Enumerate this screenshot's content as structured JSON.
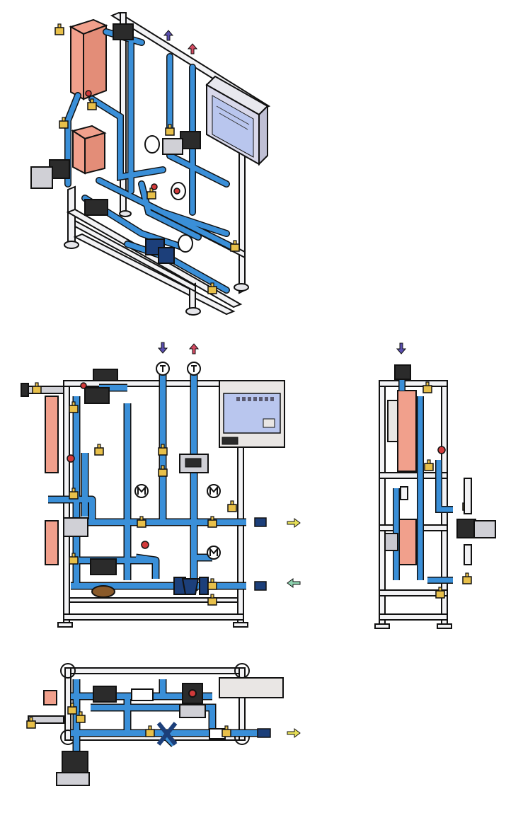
{
  "drawing": {
    "views": [
      {
        "id": "isometric",
        "name": "isometric-view"
      },
      {
        "id": "front",
        "name": "front-view"
      },
      {
        "id": "side",
        "name": "side-view"
      },
      {
        "id": "top",
        "name": "top-view"
      }
    ]
  },
  "symbols": {
    "thermometer_letter": "T",
    "meter_letter": "M"
  },
  "colors": {
    "pipe": "#3a8fd8",
    "pipe_dark": "#1c5fa8",
    "frame": "#f2f2f4",
    "heat_exchanger": "#f1a08c",
    "valve_brass": "#e8c04a",
    "pump": "#2b2b2b",
    "panel": "#d8d8ea",
    "panel_screen": "#b9c6ee",
    "arrow_supply": "#5a4fb0",
    "arrow_return": "#d44b62",
    "arrow_out": "#e6df58",
    "arrow_in": "#8fd3b0"
  }
}
